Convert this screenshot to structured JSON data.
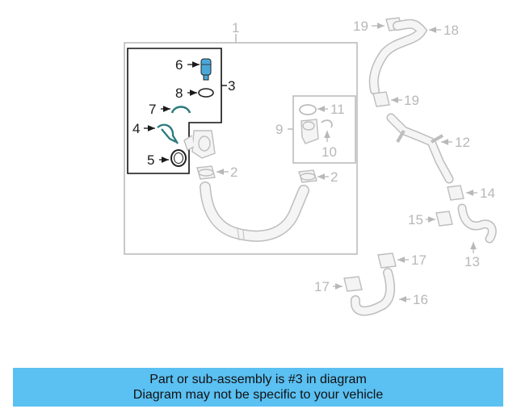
{
  "callouts": {
    "c1": "1",
    "c2a": "2",
    "c2b": "2",
    "c3": "3",
    "c4": "4",
    "c5": "5",
    "c6": "6",
    "c7": "7",
    "c8": "8",
    "c9": "9",
    "c10": "10",
    "c11": "11",
    "c12": "12",
    "c13": "13",
    "c14": "14",
    "c15": "15",
    "c16": "16",
    "c17a": "17",
    "c17b": "17",
    "c18": "18",
    "c19a": "19",
    "c19b": "19"
  },
  "banner": {
    "line1": "Part or sub-assembly is #3 in diagram",
    "line2": "Diagram may not be specific to your vehicle"
  },
  "colors": {
    "highlight_part": "#4aa8d8",
    "banner": "#5bc0f2",
    "callout_grey": "#b8b8b8"
  }
}
